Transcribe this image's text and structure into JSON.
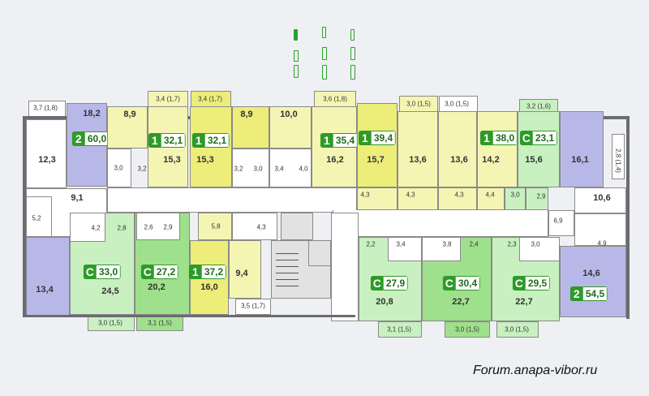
{
  "site": {
    "watermark": "Forum.anapa-vibor.ru"
  },
  "colors": {
    "one_room": "#f5f5b3",
    "studio": "#c8f0c0",
    "two_room": "#b8b8e8",
    "badge": "#2e9a28"
  },
  "legend_icons": [
    "window-icon",
    "window-icon",
    "window-icon",
    "window-icon",
    "window-icon",
    "window-icon",
    "window-icon"
  ],
  "apartments": [
    {
      "rooms": "2",
      "area": "60,0"
    },
    {
      "rooms": "1",
      "area": "32,1"
    },
    {
      "rooms": "1",
      "area": "32,1"
    },
    {
      "rooms": "1",
      "area": "35,4"
    },
    {
      "rooms": "1",
      "area": "39,4"
    },
    {
      "rooms": "1",
      "area": "38,0"
    },
    {
      "rooms": "С",
      "area": "23,1"
    },
    {
      "rooms": "С",
      "area": "33,0"
    },
    {
      "rooms": "С",
      "area": "27,2"
    },
    {
      "rooms": "1",
      "area": "37,2"
    },
    {
      "rooms": "С",
      "area": "27,9"
    },
    {
      "rooms": "С",
      "area": "30,4"
    },
    {
      "rooms": "С",
      "area": "29,5"
    },
    {
      "rooms": "2",
      "area": "54,5"
    }
  ],
  "balconies": [
    "3,7 (1,8)",
    "3,4 (1,7)",
    "3,4 (1,7)",
    "3,6 (1,8)",
    "3,0 (1,5)",
    "3,0 (1,5)",
    "3,2 (1,6)",
    "2,8 (1,4)",
    "3,5 (1,7)",
    "3,0 (1,5)",
    "3,1 (1,5)",
    "3,1 (1,5)",
    "3,0 (1,5)",
    "3,0 (1,5)"
  ],
  "rooms": [
    "18,2",
    "8,9",
    "8,9",
    "10,0",
    "12,3",
    "15,3",
    "15,3",
    "16,2",
    "15,7",
    "13,6",
    "13,6",
    "14,2",
    "15,6",
    "16,1",
    "9,1",
    "5,2",
    "10,6",
    "13,4",
    "24,5",
    "20,2",
    "16,0",
    "9,4",
    "20,8",
    "22,7",
    "22,7",
    "14,6",
    "6,9"
  ],
  "small_rooms": [
    "3,0",
    "3,2",
    "3,2",
    "3,0",
    "3,4",
    "4,0",
    "4,3",
    "4,3",
    "4,3",
    "4,4",
    "3,0",
    "2,9",
    "4,2",
    "2,8",
    "2,6",
    "2,9",
    "5,8",
    "4,3",
    "2,2",
    "3,4",
    "3,8",
    "2,4",
    "2,3",
    "3,0",
    "4,9"
  ]
}
